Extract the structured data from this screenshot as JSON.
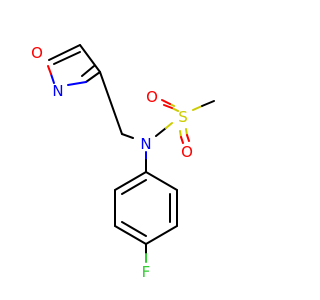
{
  "molecule": {
    "atoms": {
      "isoxazole_o": {
        "symbol": "O",
        "color": "#ff0000"
      },
      "isoxazole_n": {
        "symbol": "N",
        "color": "#0000ff"
      },
      "sulfonamide_n": {
        "symbol": "N",
        "color": "#0000ff"
      },
      "sulfur": {
        "symbol": "S",
        "color": "#cccc00"
      },
      "sulfonyl_o_upper": {
        "symbol": "O",
        "color": "#ff0000"
      },
      "sulfonyl_o_lower": {
        "symbol": "O",
        "color": "#ff0000"
      },
      "fluorine": {
        "symbol": "F",
        "color": "#33cc33"
      }
    },
    "bond_color": "#000000"
  }
}
